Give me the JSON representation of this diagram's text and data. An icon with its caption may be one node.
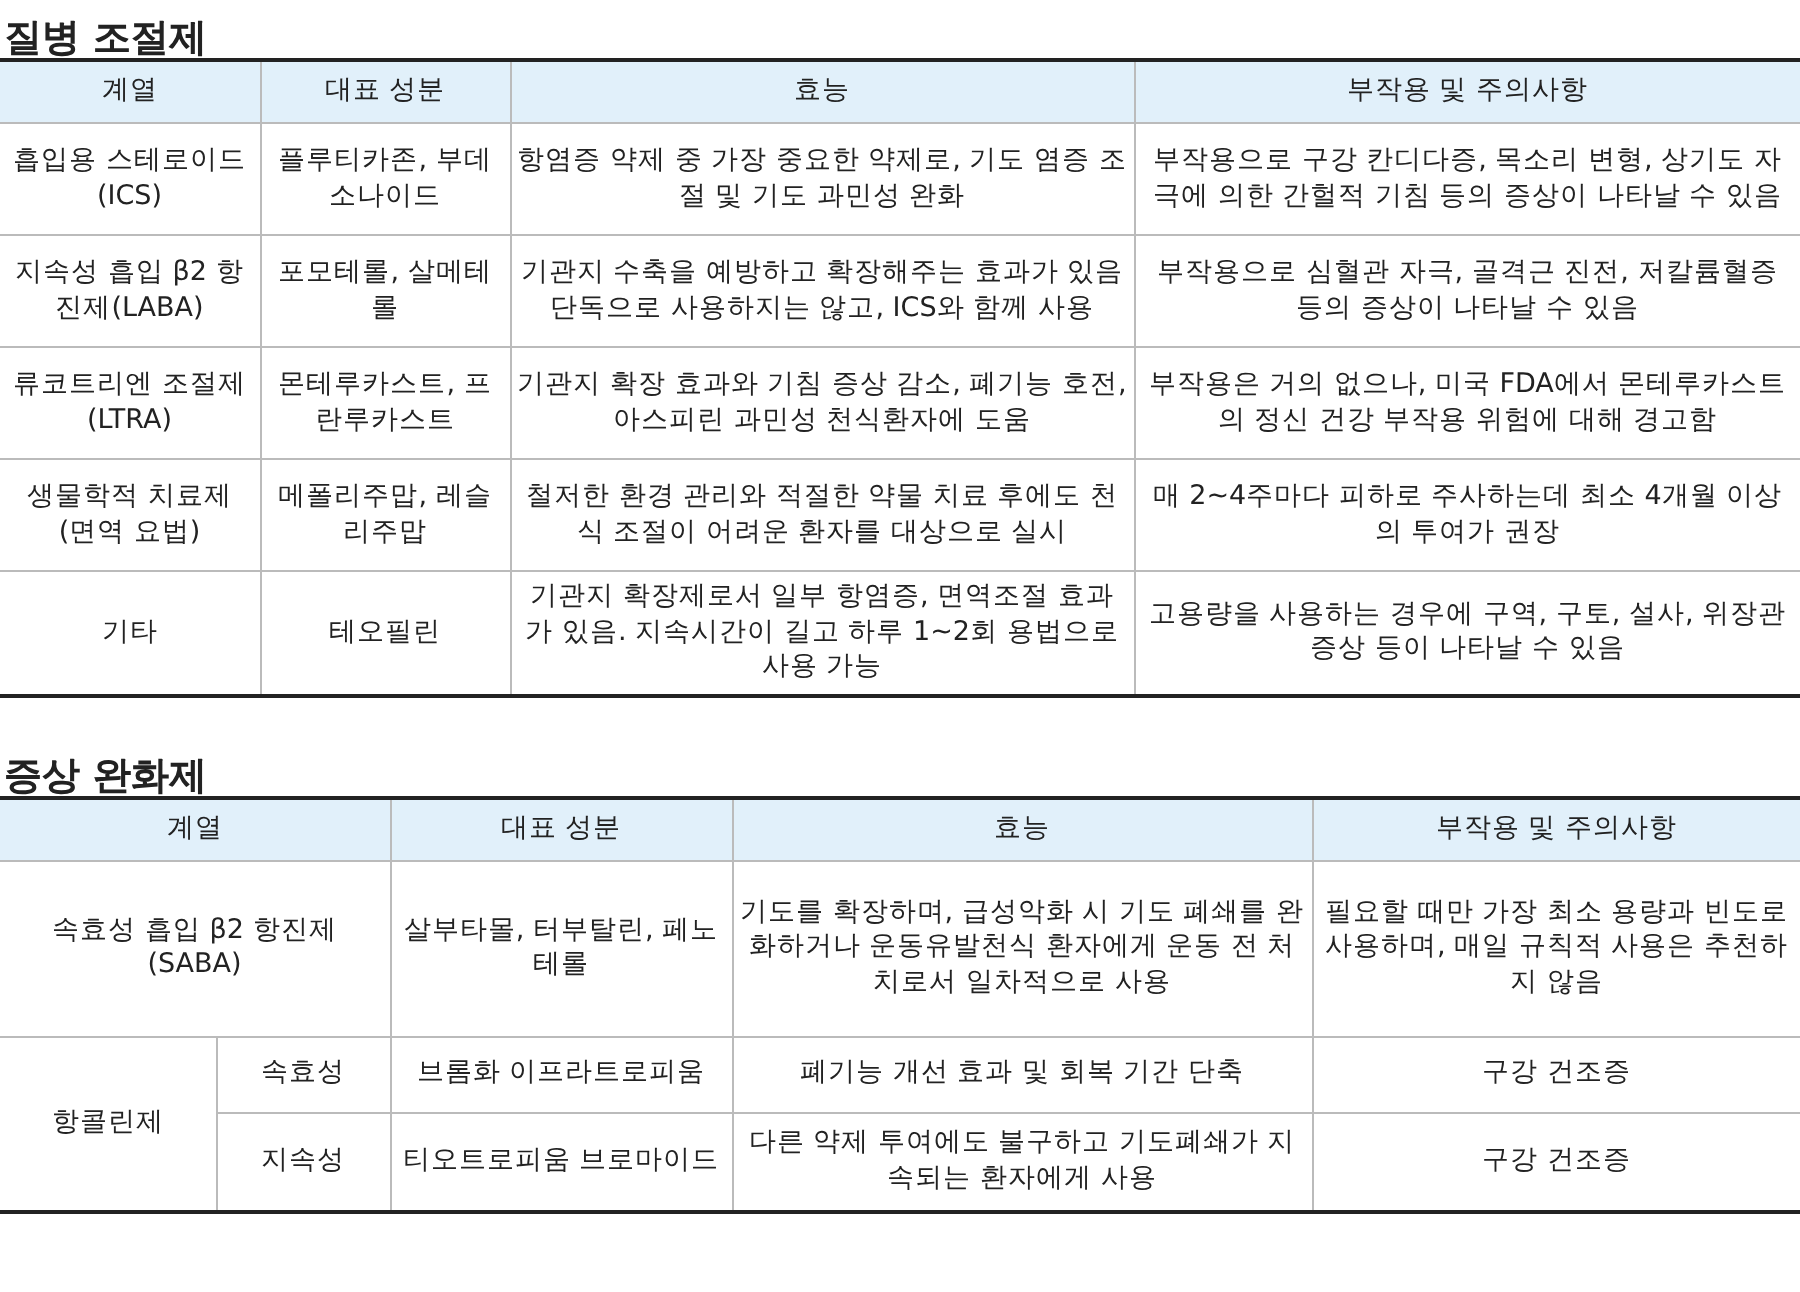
{
  "diagram": {
    "labels": [
      "질병 조절제",
      "계열",
      "대표 성분",
      "효능",
      "부작용 및 주의사항",
      "흡입용 스테로이드(ICS)",
      "플루티카존, 부데소나이드",
      "항염증 약제 중 가장 중요한 약제로, 기도 염증 조절 및 기도 과민성 완화",
      "부작용으로 구강 칸디다증, 목소리 변형, 상기도 자극에 의한 간헐적 기침 등의 증상이 나타날 수 있음",
      "지속성 흡입 β2 항진제(LABA)",
      "포모테롤, 살메테롤",
      "기관지 수축을 예방하고 확장해주는 효과가 있음 단독으로 사용하지는 않고, ICS와 함께 사용",
      "부작용으로 심혈관 자극, 골격근 진전, 저칼륨혈증 등의 증상이 나타날 수 있음",
      "류코트리엔 조절제 (LTRA)",
      "몬테루카스트, 프란루카스트",
      "기관지 확장 효과와 기침 증상 감소, 폐기능 호전, 아스피린 과민성 천식환자에 도움",
      "부작용은 거의 없으나, 미국 FDA에서 몬테루카스트의 정신 건강 부작용 위험에 대해 경고함",
      "생물학적 치료제 (면역 요법)",
      "메폴리주맙, 레슬리주맙",
      "철저한 환경 관리와 적절한 약물 치료 후에도 천식 조절이 어려운 환자를 대상으로 실시",
      "매 2~4주마다 피하로 주사하는데 최소 4개월 이상의 투여가 권장",
      "기타",
      "테오필린",
      "기관지 확장제로서 일부 항염증, 면역조절 효과가 있음. 지속시간이 길고 하루 1~2회 용법으로 사용 가능",
      "고용량을 사용하는 경우에 구역, 구토, 설사, 위장관 증상 등이 나타날 수 있음",
      "증상 완화제",
      "계열",
      "대표 성분",
      "효능",
      "부작용 및 주의사항",
      "속효성 흡입 β2 항진제 (SABA)",
      "살부타몰, 터부탈린, 페노테롤",
      "기도를 확장하며, 급성악화 시 기도 폐쇄를 완화하거나 운동유발천식 환자에게 운동 전 처치로서 일차적으로 사용",
      "필요할 때만 가장 최소 용량과 빈도로 사용하며, 매일 규칙적 사용은 추천하지 않음",
      "항콜린제",
      "속효성",
      "브롬화 이프라트로피움",
      "폐기능 개선 효과 및 회복 기간 단축",
      "구강 건조증",
      "지속성",
      "티오트로피움 브로마이드",
      "다른 약제 투여에도 불구하고 기도폐쇄가 지속되는 환자에게 사용",
      "구강 건조증"
    ]
  }
}
